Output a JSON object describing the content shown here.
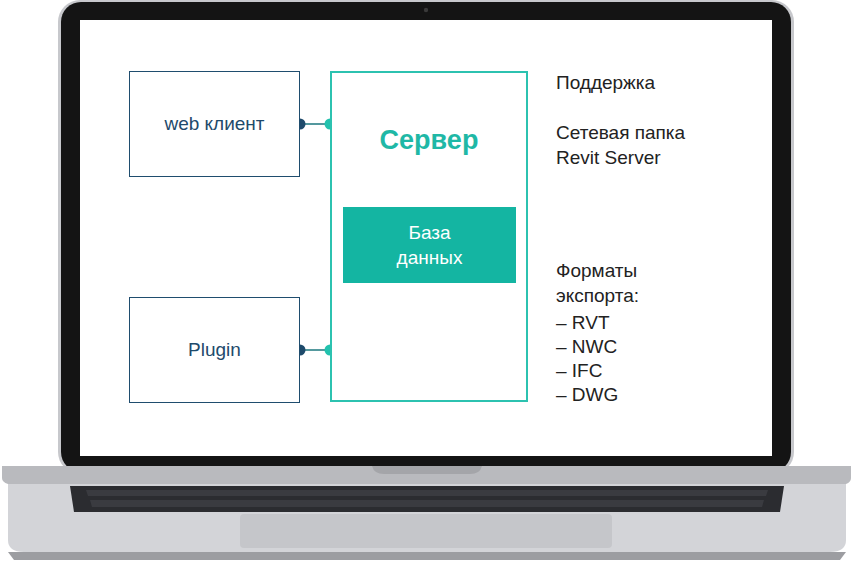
{
  "diagram": {
    "nodes": [
      {
        "text": [
          "web клиент"
        ]
      },
      {
        "text": [
          "Сервер"
        ]
      },
      {
        "text": [
          "База данных"
        ],
        "in": 1
      },
      {
        "text": [
          "Plugin"
        ]
      }
    ],
    "edges": [
      {
        "from": 0,
        "to": 1,
        "arrow": "none"
      },
      {
        "from": 3,
        "to": 1,
        "arrow": "none"
      }
    ],
    "labels": [
      "Поддержка",
      "Сетевая папка Revit Server",
      "Форматы экспорта:",
      "– RVT",
      "– NWC",
      "– IFC",
      "– DWG"
    ]
  }
}
